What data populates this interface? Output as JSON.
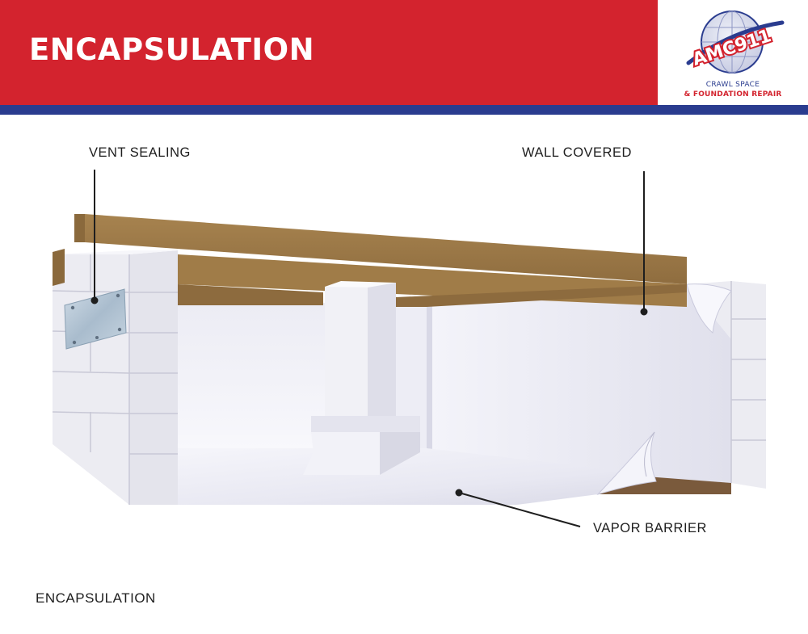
{
  "header": {
    "title": "ENCAPSULATION",
    "colors": {
      "red": "#d3232e",
      "blue": "#2a3c8f"
    }
  },
  "logo": {
    "brand": "AMC911",
    "line1": "CRAWL SPACE",
    "line2": "& FOUNDATION REPAIR"
  },
  "labels": {
    "vent_sealing": "VENT SEALING",
    "wall_covered": "WALL COVERED",
    "vapor_barrier": "VAPOR BARRIER"
  },
  "caption": "ENCAPSULATION"
}
